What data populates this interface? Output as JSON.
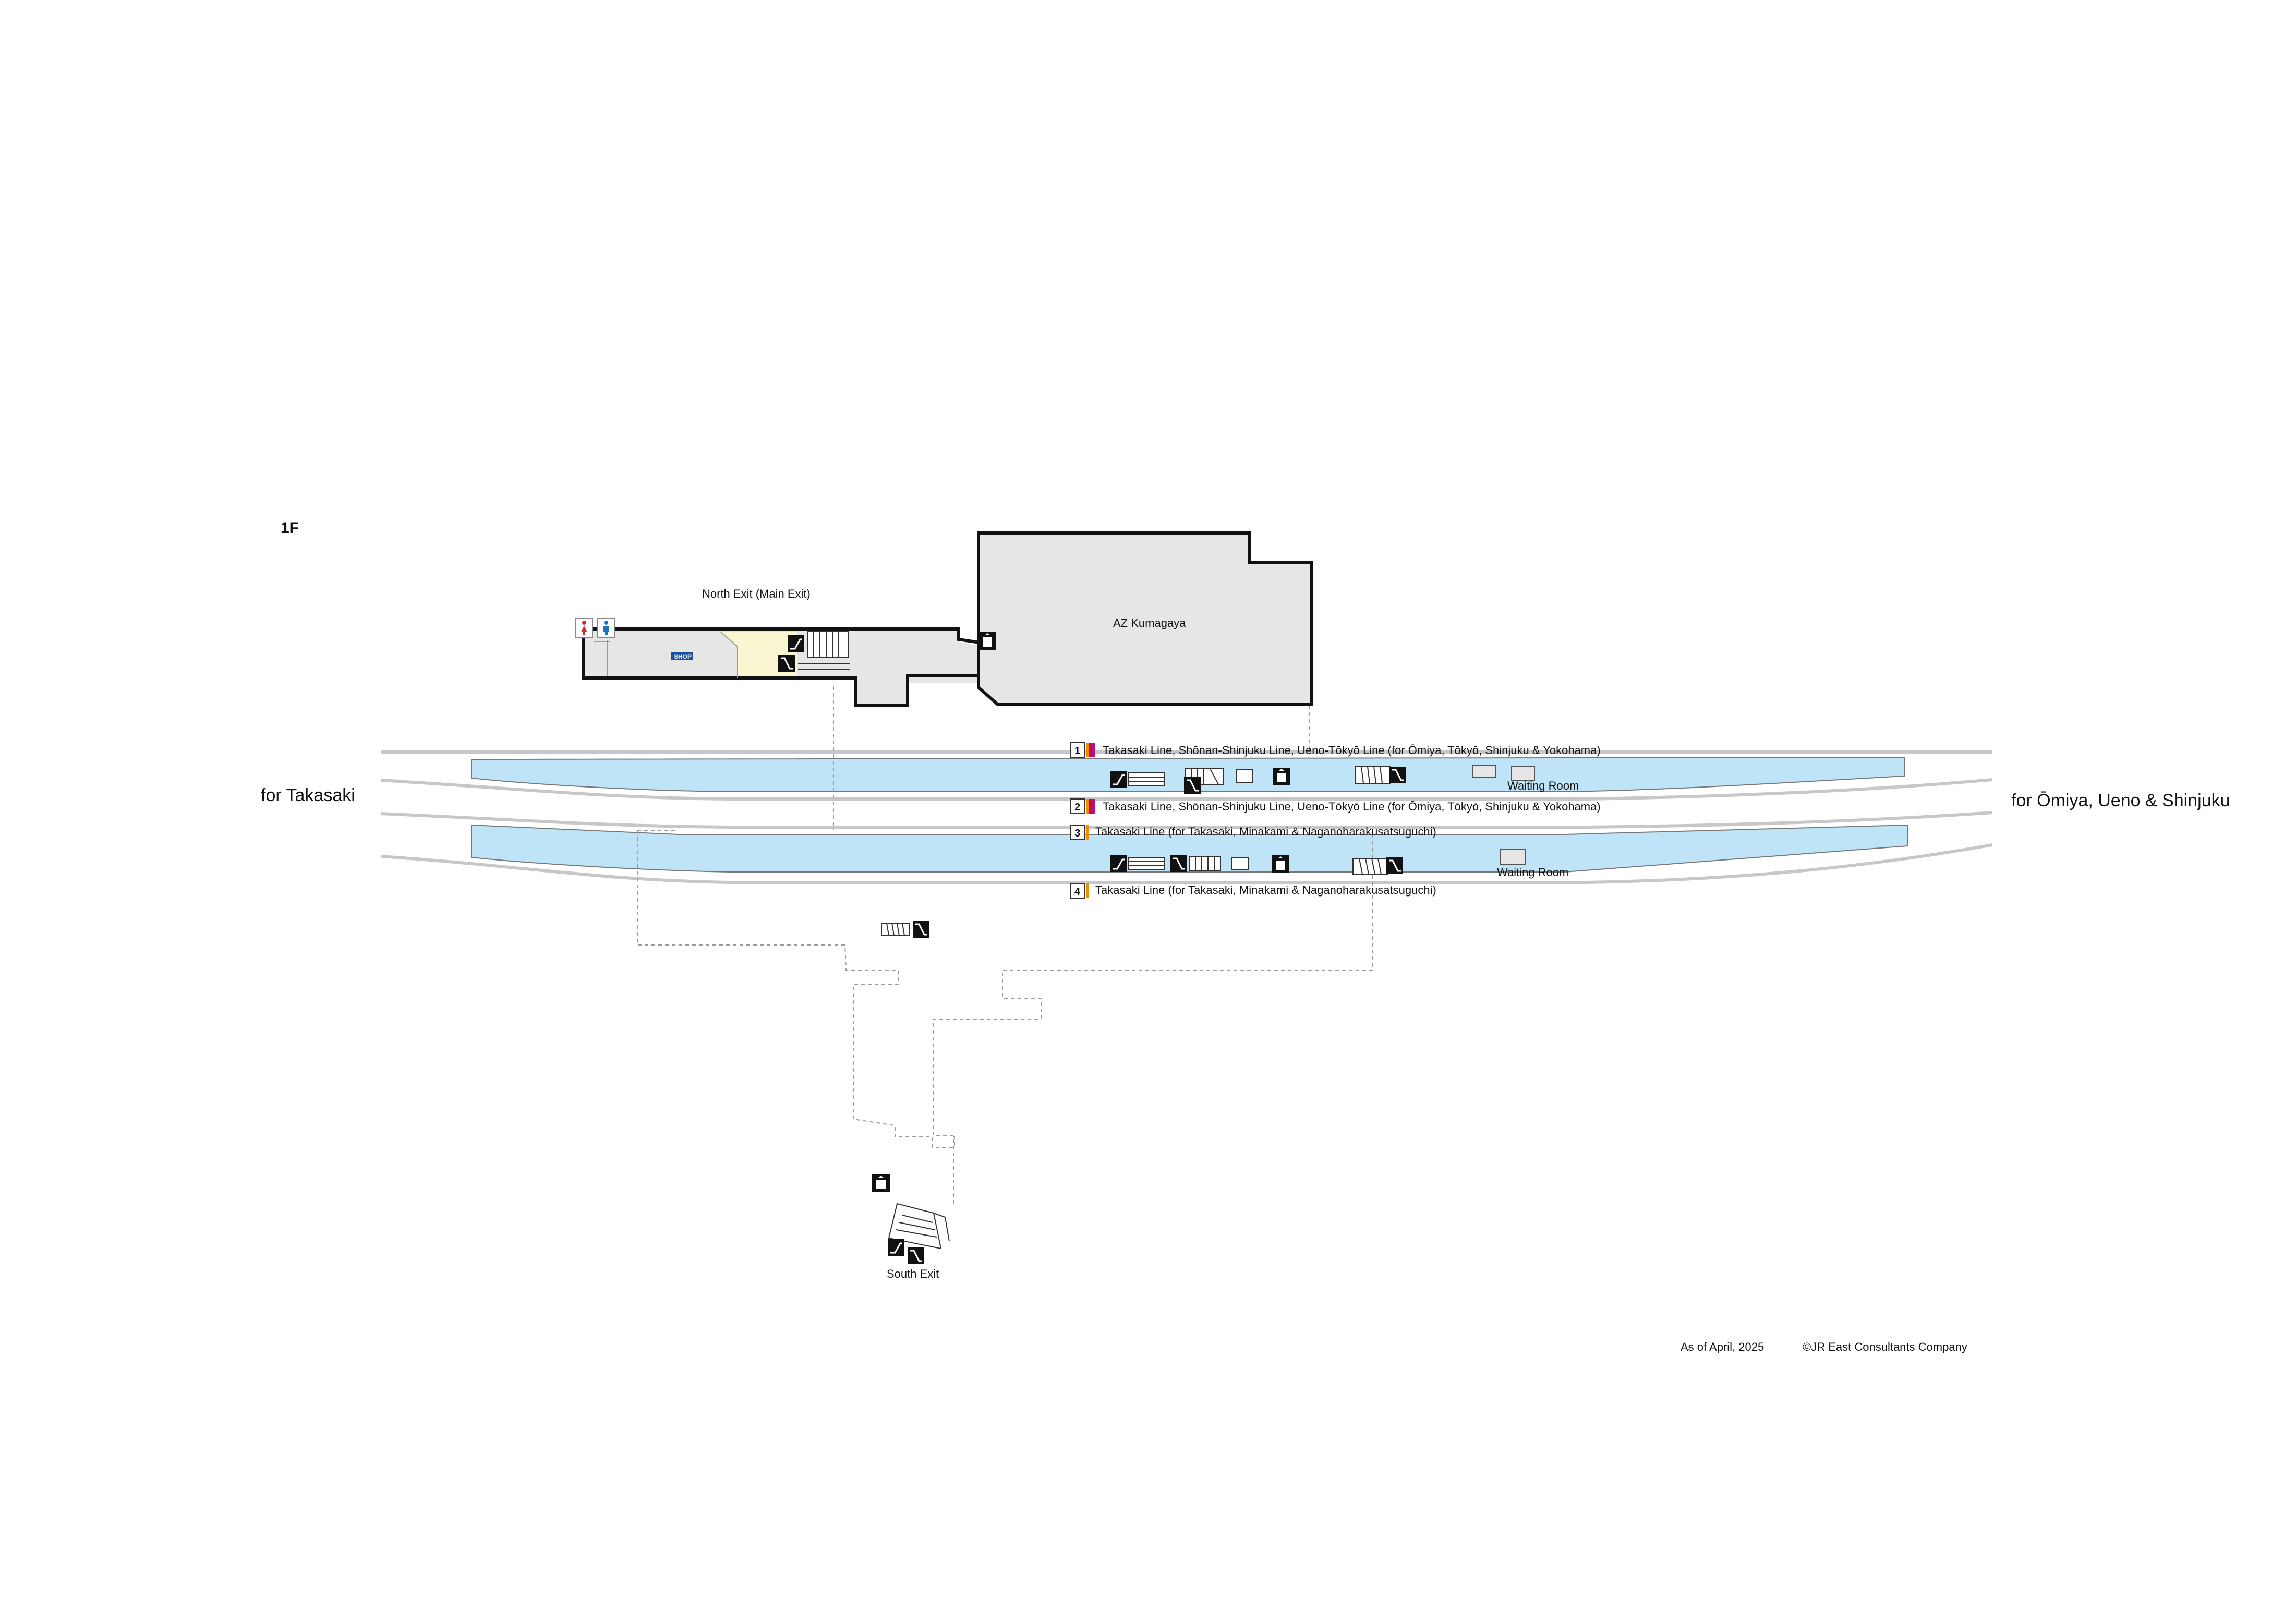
{
  "floor": "1F",
  "directions": {
    "west": "for Takasaki",
    "east": "for Ōmiya, Ueno & Shinjuku"
  },
  "exits": {
    "north": "North Exit (Main Exit)",
    "south": "South Exit"
  },
  "facilities": {
    "building": "AZ Kumagaya",
    "shop_badge": "SHOP",
    "waiting_room": "Waiting Room"
  },
  "tracks": [
    {
      "number": "1",
      "label": "Takasaki Line, Shōnan-Shinjuku Line, Ueno-Tōkyō Line (for Ōmiya, Tōkyō, Shinjuku & Yokohama)",
      "colors": [
        "#f08c00",
        "#c8102e",
        "#b5118a"
      ]
    },
    {
      "number": "2",
      "label": "Takasaki Line, Shōnan-Shinjuku Line, Ueno-Tōkyō Line (for Ōmiya, Tōkyō, Shinjuku & Yokohama)",
      "colors": [
        "#f08c00",
        "#c8102e",
        "#b5118a"
      ]
    },
    {
      "number": "3",
      "label": "Takasaki Line (for Takasaki, Minakami & Naganoharakusatsuguchi)",
      "colors": [
        "#f08c00"
      ]
    },
    {
      "number": "4",
      "label": "Takasaki Line (for Takasaki, Minakami & Naganoharakusatsuguchi)",
      "colors": [
        "#f08c00"
      ]
    }
  ],
  "footer": {
    "date": "As of April, 2025",
    "copyright": "©JR East Consultants Company"
  },
  "colors": {
    "platform": "#bfe4f7",
    "building": "#e6e6e6",
    "concourse_yellow": "#fbf6d2",
    "shop_badge": "#1d4fa0",
    "toilet_female": "#d7282f",
    "toilet_male": "#1f6fc5"
  },
  "icons": [
    "toilet-female-icon",
    "toilet-male-icon",
    "escalator-up-icon",
    "escalator-down-icon",
    "elevator-icon",
    "stairs-icon"
  ]
}
